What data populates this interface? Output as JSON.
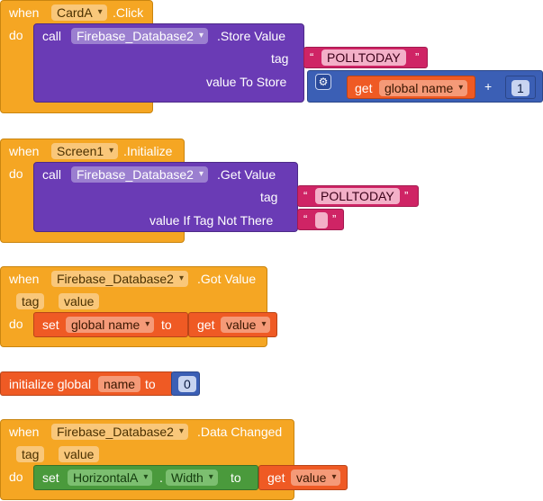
{
  "block1": {
    "when": "when",
    "component": "CardA",
    "event": ".Click",
    "do": "do",
    "call": "call",
    "db_component": "Firebase_Database2",
    "method": ".Store Value",
    "tag_label": "tag",
    "tag_value": "POLLTODAY",
    "value_label": "value To Store",
    "get": "get",
    "var_name": "global name",
    "plus": "+",
    "number": "1"
  },
  "block2": {
    "when": "when",
    "component": "Screen1",
    "event": ".Initialize",
    "do": "do",
    "call": "call",
    "db_component": "Firebase_Database2",
    "method": ".Get Value",
    "tag_label": "tag",
    "tag_value": "POLLTODAY",
    "value_label": "value If Tag Not There",
    "empty_text": ""
  },
  "block3": {
    "when": "when",
    "component": "Firebase_Database2",
    "event": ".Got Value",
    "param1": "tag",
    "param2": "value",
    "do": "do",
    "set": "set",
    "var_name": "global name",
    "to": "to",
    "get": "get",
    "get_var": "value"
  },
  "block4": {
    "initialize": "initialize global",
    "var_name": "name",
    "to": "to",
    "number": "0"
  },
  "block5": {
    "when": "when",
    "component": "Firebase_Database2",
    "event": ".Data Changed",
    "param1": "tag",
    "param2": "value",
    "do": "do",
    "set": "set",
    "target": "HorizontalA",
    "dot": ".",
    "property": "Width",
    "to": "to",
    "get": "get",
    "get_var": "value"
  },
  "colors": {
    "event": "#f5a623",
    "procedure": "#6a3bb5",
    "text": "#cf2465",
    "variable": "#ef5a24",
    "math": "#3b5fb5",
    "component_setter": "#4a9a3c"
  }
}
